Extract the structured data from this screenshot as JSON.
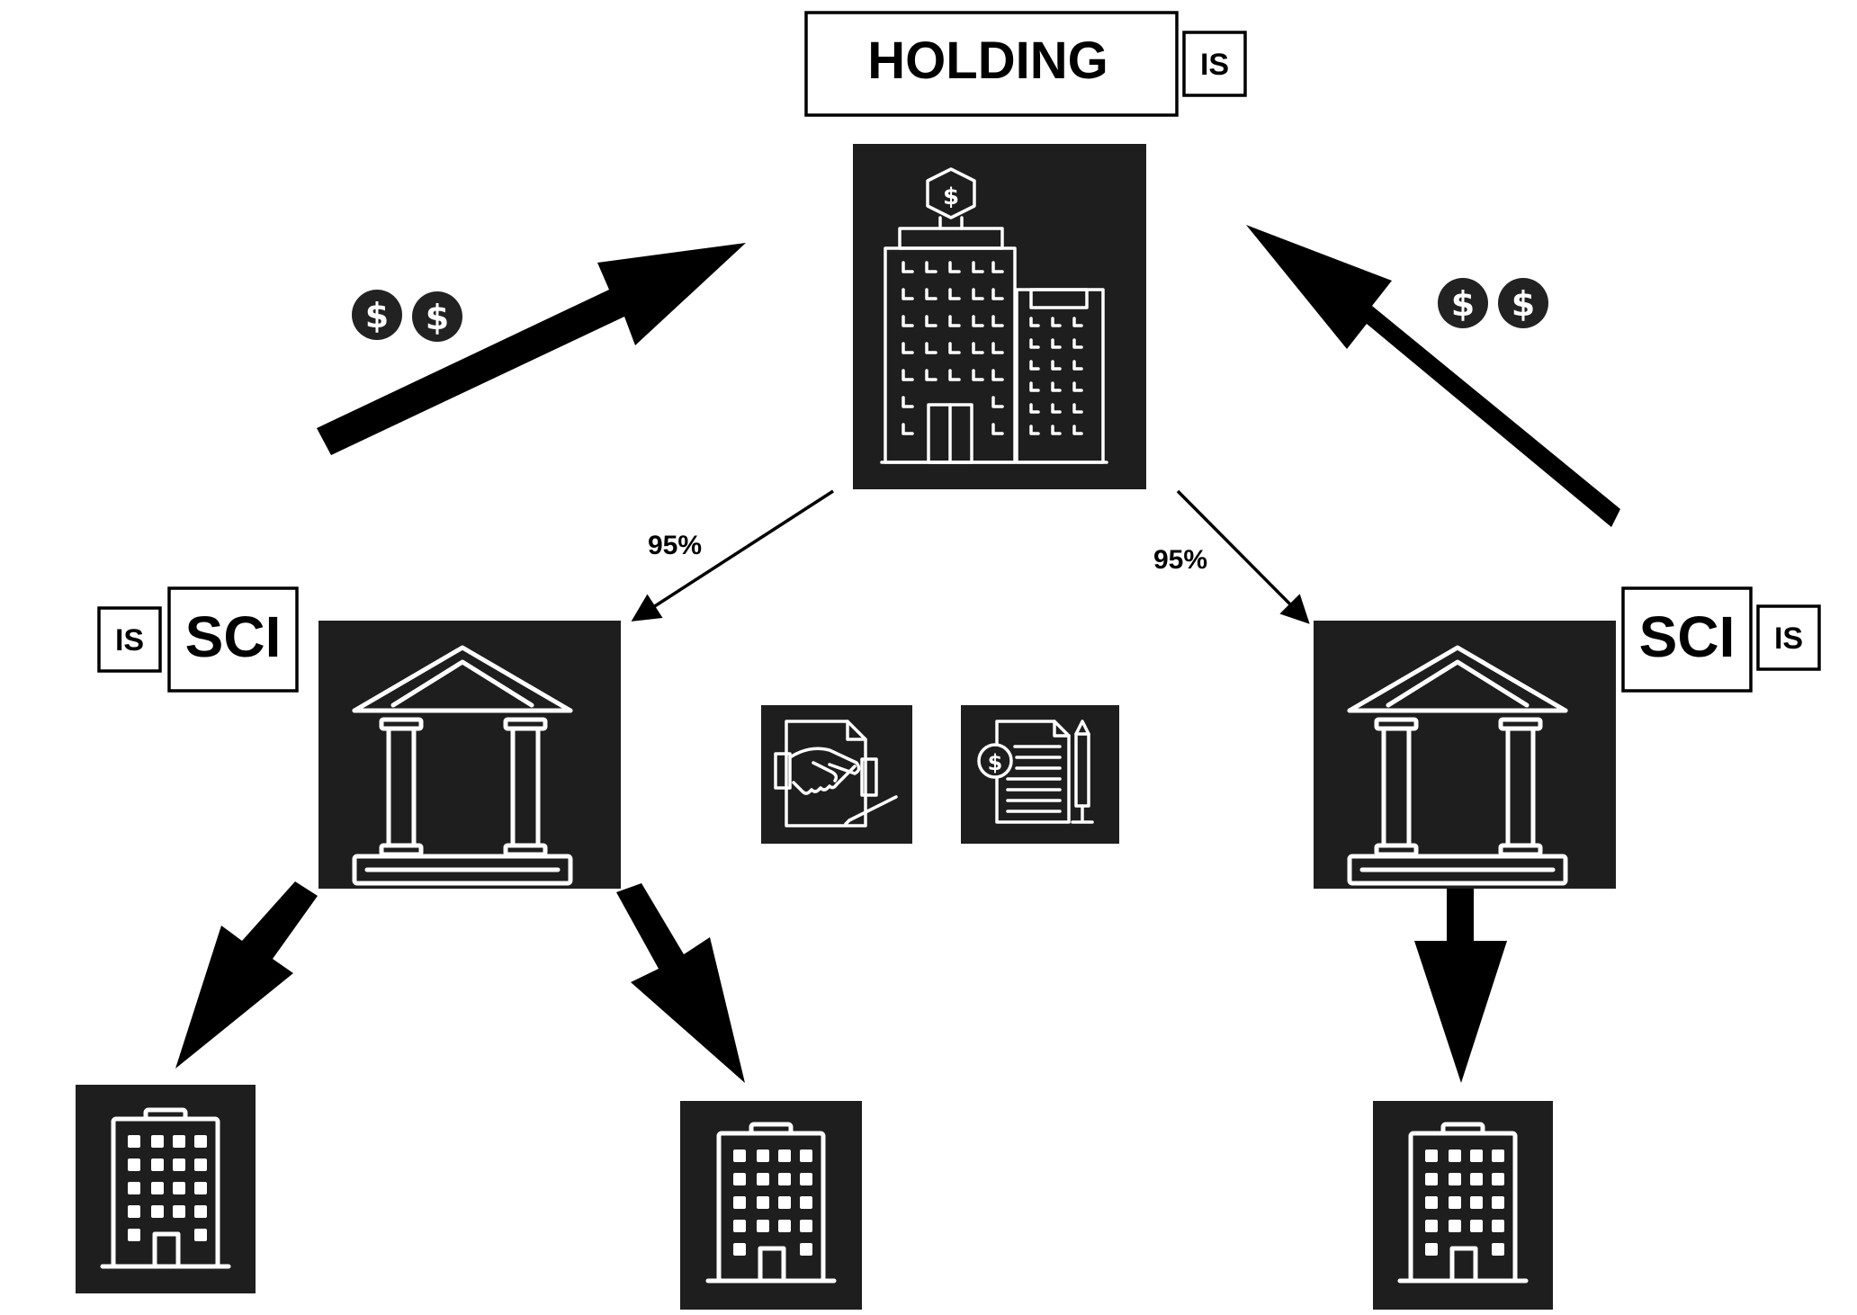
{
  "holding": {
    "label": "HOLDING",
    "tax_badge": "IS"
  },
  "sci_left": {
    "label": "SCI",
    "tax_badge": "IS",
    "ownership": "95%"
  },
  "sci_right": {
    "label": "SCI",
    "tax_badge": "IS",
    "ownership": "95%"
  },
  "money_symbol": "$",
  "icons": {
    "holding": "office-building-dollar-icon",
    "sci": "bank-columns-icon",
    "property": "apartment-building-icon",
    "agreement": "handshake-contract-icon",
    "invoice": "dollar-document-pen-icon"
  },
  "colors": {
    "tile": "#1e1e1e",
    "arrow": "#000000",
    "icon_stroke": "#ffffff"
  }
}
